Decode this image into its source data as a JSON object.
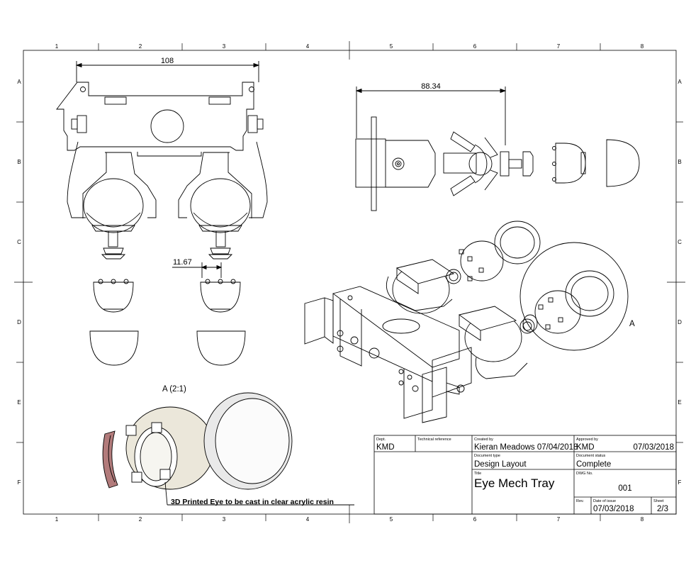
{
  "sheet": {
    "zone_columns": [
      "1",
      "2",
      "3",
      "4",
      "5",
      "6",
      "7",
      "8"
    ],
    "zone_rows": [
      "A",
      "B",
      "C",
      "D",
      "E",
      "F"
    ]
  },
  "dimensions": {
    "top_width": "108",
    "side_width": "88.34",
    "pin_spacing": "11.67"
  },
  "labels": {
    "detail_callout": "A",
    "detail_title": "A (2:1)",
    "note": "3D Printed Eye to be cast in clear acrylic resin"
  },
  "title_block": {
    "dept_label": "Dept.",
    "dept_value": "KMD",
    "techref_label": "Technical reference",
    "created_label": "Created by",
    "created_value": "Kieran Meadows 07/04/2018",
    "approved_label": "Approved by",
    "approved_name": "KMD",
    "approved_date": "07/03/2018",
    "doctype_label": "Document type",
    "doctype_value": "Design Layout",
    "docstatus_label": "Document status",
    "docstatus_value": "Complete",
    "title_label": "Title",
    "title_value": "Eye Mech Tray",
    "dwgno_label": "DWG No.",
    "dwgno_value": "001",
    "rev_label": "Rev.",
    "issue_label": "Date of issue",
    "issue_value": "07/03/2018",
    "sheet_label": "Sheet",
    "sheet_value": "2/3"
  },
  "colors": {
    "line": "#000000",
    "resin_shell": "#ece8dc",
    "lens_red": "#a56b6b",
    "clear_shell": "#f2f2f2"
  }
}
